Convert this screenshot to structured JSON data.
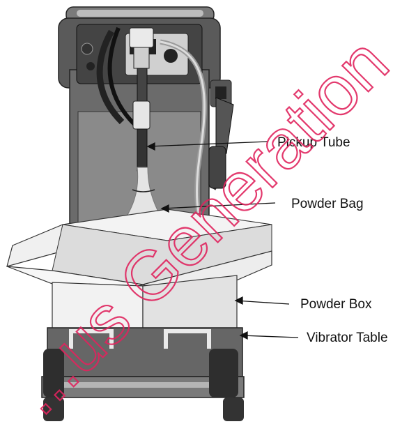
{
  "labels": {
    "pickup_tube": "Pickup Tube",
    "powder_bag": "Powder Bag",
    "powder_box": "Powder Box",
    "vibrator_table": "Vibrator Table"
  },
  "watermark": "...us Generation",
  "colors": {
    "watermark": "#e0245e",
    "machine_dark": "#3a3a3a",
    "machine_mid": "#8a8a8a",
    "box": "#eeeeee",
    "outline": "#222222"
  }
}
